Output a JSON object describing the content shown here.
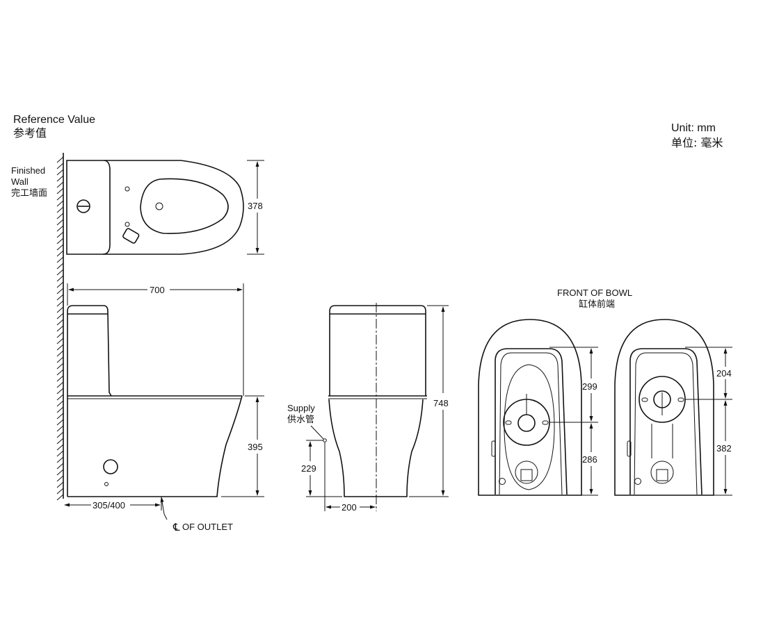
{
  "header": {
    "title": "Reference Value",
    "title_cn": "参考值"
  },
  "unit": {
    "label": "Unit: mm",
    "label_cn": "单位: 毫米"
  },
  "wall": {
    "label1": "Finished",
    "label2": "Wall",
    "label_cn": "完工墙面"
  },
  "dimensions": {
    "top_depth": "378",
    "length": "700",
    "bowl_height": "395",
    "rough_in": "305/400",
    "total_height": "748",
    "supply_height": "229",
    "supply_offset": "200",
    "front_a_upper": "299",
    "front_a_lower": "286",
    "front_b_upper": "204",
    "front_b_lower": "382"
  },
  "labels": {
    "outlet": "OF OUTLET",
    "outlet_symbol": "℄",
    "supply": "Supply",
    "supply_cn": "供水管",
    "front_of_bowl": "FRONT OF BOWL",
    "front_of_bowl_cn": "缸体前端"
  }
}
